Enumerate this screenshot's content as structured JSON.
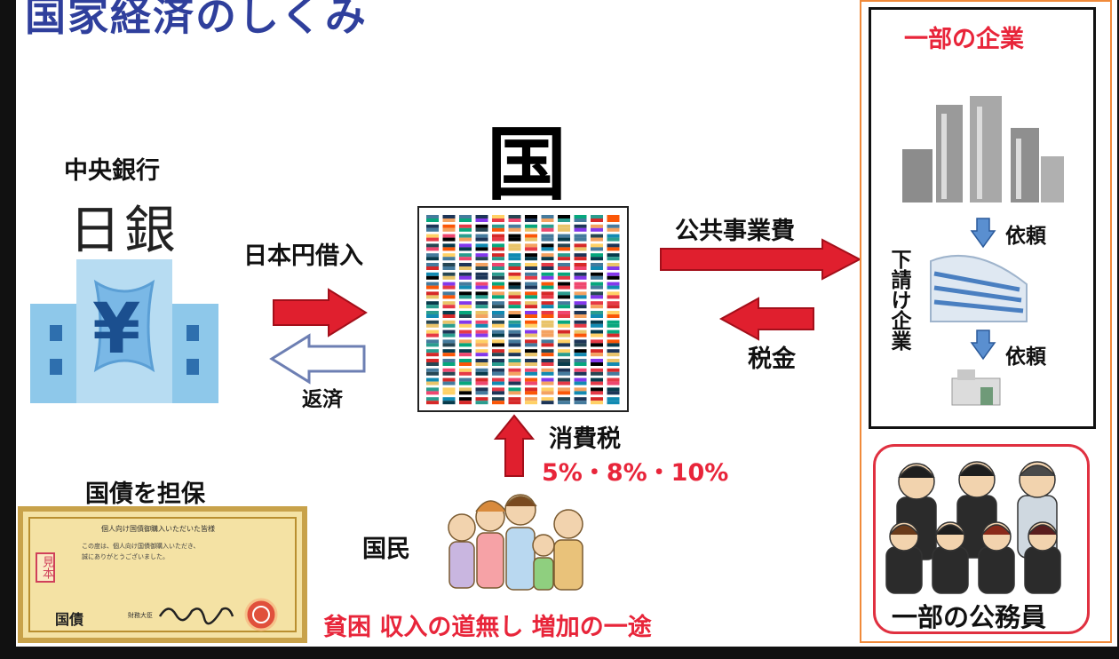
{
  "title": "国家経済のしくみ",
  "boj": {
    "sub": "中央銀行",
    "name": "日銀",
    "yen": "¥"
  },
  "flows": {
    "borrow": "日本円借入",
    "repay": "返済",
    "public_works": "公共事業費",
    "tax": "税金",
    "consumption_tax": "消費税",
    "tax_rates": "5%・8%・10%"
  },
  "state": {
    "label": "国"
  },
  "bonds": {
    "label": "国債を担保",
    "cert_heading": "個人向け国債御購入いただいた皆様",
    "cert_line1": "この度は、個人向け国債御購入いただき、",
    "cert_line2": "誠にありがとうございました。",
    "sample": "見本",
    "issuer": "国債",
    "minister": "財務大臣"
  },
  "citizens": {
    "label": "国民",
    "note": "貧困 収入の道無し 増加の一途"
  },
  "companies": {
    "heading": "一部の企業",
    "request": "依頼",
    "subcontractor": "下請け企業"
  },
  "officials": {
    "label": "一部の公務員"
  },
  "colors": {
    "title": "#2f3f9c",
    "arrow": "#e01f2e",
    "accent_red": "#e8253a",
    "frame_orange": "#f08a3a"
  }
}
